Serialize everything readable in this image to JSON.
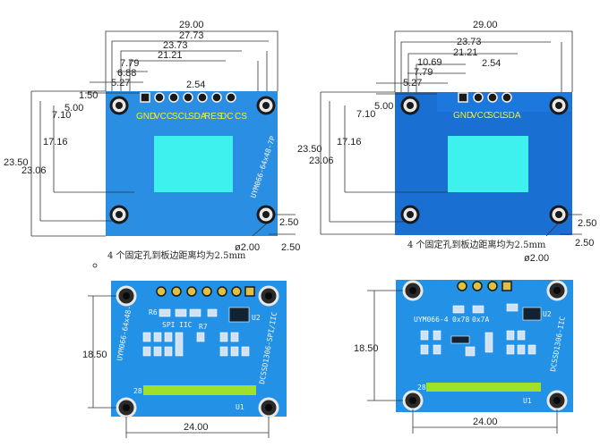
{
  "left_top": {
    "dims_top": [
      "29.00",
      "27.73",
      "23.73",
      "21.21",
      "7.79",
      "6.88",
      "5.27",
      "2.54",
      "1.50",
      "5.00",
      "7.10"
    ],
    "dims_left": [
      "17.16",
      "23.50",
      "23.06"
    ],
    "pins": [
      "GND",
      "VCC",
      "SCL",
      "SDA",
      "RES",
      "DC",
      "CS"
    ],
    "silk_side": "UYM066-64x48-7P",
    "hole_dia": "ø2.00",
    "edge_a": "2.50",
    "edge_b": "2.50",
    "note": "4 个固定孔到板边距离均为2.5mm"
  },
  "right_top": {
    "dims_top": [
      "29.00",
      "23.73",
      "21.21",
      "10.69",
      "7.79",
      "5.27",
      "2.54",
      "5.00",
      "7.10"
    ],
    "dims_left": [
      "17.16",
      "23.50",
      "23.06"
    ],
    "pins": [
      "GND",
      "VCC",
      "SCL",
      "SDA"
    ],
    "hole_dia": "ø2.00",
    "edge_a": "2.50",
    "edge_b": "2.50",
    "note": "4 个固定孔到板边距离均为2.5mm"
  },
  "left_bottom": {
    "dim_h": "18.50",
    "dim_w": "24.00",
    "silk_side": "UYM066-64x48-7P",
    "silk_ic": "DCSSD1306-SPI/IIC",
    "silk_labels": [
      "SPI",
      "IIC",
      "R6",
      "R7",
      "28",
      "U1",
      "U2"
    ]
  },
  "right_bottom": {
    "dim_h": "18.50",
    "dim_w": "24.00",
    "silk_side": "UYM066-4",
    "silk_ic": "DCSSD1306-IIC",
    "silk_labels": [
      "0x78",
      "0x7A",
      "28",
      "U1",
      "U2"
    ]
  },
  "colors": {
    "board": "#1f8fe0",
    "board_dark": "#1a6fc2",
    "screen": "#3ef0ee",
    "silk": "#f4f4f4",
    "pad": "#e0c040"
  }
}
